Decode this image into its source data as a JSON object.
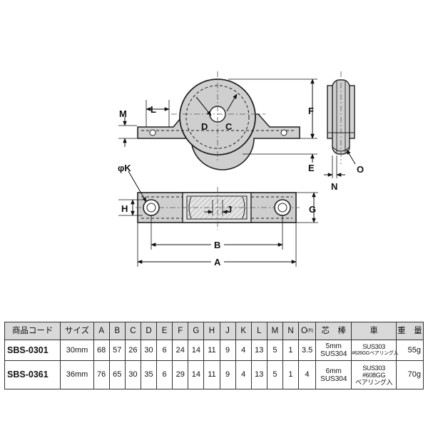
{
  "drawing": {
    "labels": {
      "M": "M",
      "L": "L",
      "D": "D",
      "C": "C",
      "F": "F",
      "E": "E",
      "O": "O",
      "N": "N",
      "K": "φK",
      "H": "H",
      "J": "J",
      "G": "G",
      "B": "B",
      "A": "A"
    }
  },
  "table": {
    "headers": {
      "code": "商品コード",
      "size": "サイズ",
      "A": "A",
      "B": "B",
      "C": "C",
      "D": "D",
      "E": "E",
      "F": "F",
      "G": "G",
      "H": "H",
      "J": "J",
      "K": "K",
      "L": "L",
      "M": "M",
      "N": "N",
      "O": "O",
      "O_sup": "(R)",
      "core": "芯　棒",
      "wheel": "車",
      "weight": "重　量"
    },
    "rows": [
      {
        "code": "SBS-0301",
        "size": "30mm",
        "A": "68",
        "B": "57",
        "C": "26",
        "D": "30",
        "E": "6",
        "F": "24",
        "G": "14",
        "H": "11",
        "J": "9",
        "K": "4",
        "L": "13",
        "M": "5",
        "N": "1",
        "O": "3.5",
        "core_1": "5mm",
        "core_2": "SUS304",
        "wheel_1": "SUS303",
        "wheel_2": "#626GGベアリング入",
        "weight": "55g"
      },
      {
        "code": "SBS-0361",
        "size": "36mm",
        "A": "76",
        "B": "65",
        "C": "30",
        "D": "35",
        "E": "6",
        "F": "29",
        "G": "14",
        "H": "11",
        "J": "9",
        "K": "4",
        "L": "13",
        "M": "5",
        "N": "1",
        "O": "4",
        "core_1": "6mm",
        "core_2": "SUS304",
        "wheel_1": "SUS303",
        "wheel_2": "#608GG",
        "wheel_3": "ベアリング入",
        "weight": "70g"
      }
    ]
  }
}
